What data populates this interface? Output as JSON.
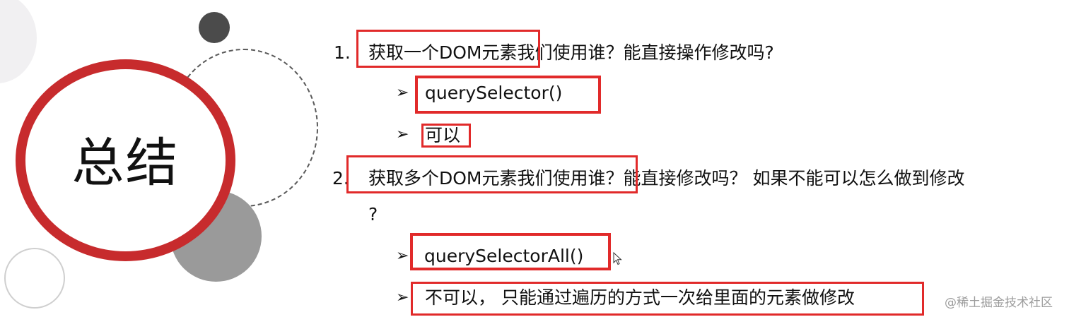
{
  "slide": {
    "title": "总结",
    "questions": [
      {
        "number": "1.",
        "text": "获取一个DOM元素我们使用谁？能直接操作修改吗?",
        "answers": [
          "querySelector()",
          "可以"
        ]
      },
      {
        "number": "2.",
        "text": "获取多个DOM元素我们使用谁？能直接修改吗？ 如果不能可以怎么做到修改",
        "text_wrap": "?",
        "answers": [
          "querySelectorAll()",
          "不可以， 只能通过遍历的方式一次给里面的元素做修改"
        ]
      }
    ],
    "bullet_icon": "arrow-bullet-icon",
    "highlight_color": "#e12a2a",
    "accent_color": "#c72b2d"
  },
  "watermark": "@稀土掘金技术社区"
}
